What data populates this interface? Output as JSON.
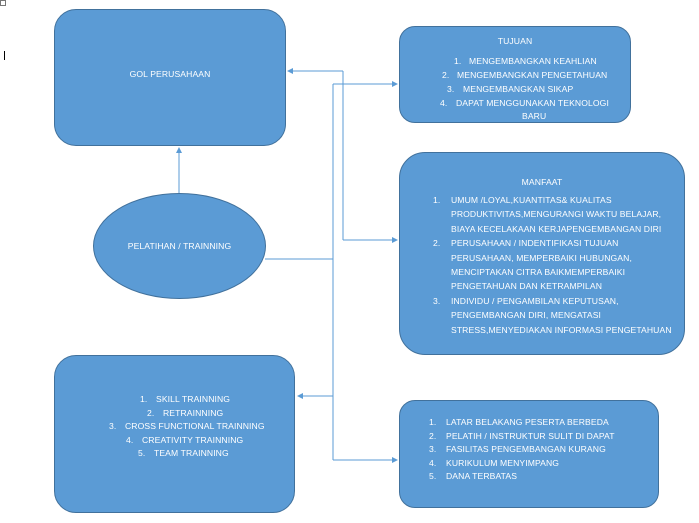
{
  "nodes": {
    "goal": {
      "label": "GOL PERUSAHAAN"
    },
    "training": {
      "label": "PELATIHAN / TRAINNING"
    },
    "tujuan": {
      "title": "TUJUAN",
      "items": [
        "MENGEMBANGKAN KEAHLIAN",
        "MENGEMBANGKAN PENGETAHUAN",
        "MENGEMBANGKAN SIKAP",
        "DAPAT MENGGUNAKAN TEKNOLOGI",
        "BARU"
      ]
    },
    "manfaat": {
      "title": "MANFAAT",
      "items": [
        [
          "UMUM /LOYAL,KUANTITAS& KUALITAS",
          "PRODUKTIVITAS,MENGURANGI WAKTU BELAJAR,",
          "BIAYA KECELAKAAN KERJAPENGEMBANGAN DIRI"
        ],
        [
          "PERUSAHAAN / INDENTIFIKASI TUJUAN",
          "PERUSAHAAN, MEMPERBAIKI HUBUNGAN,",
          "MENCIPTAKAN CITRA BAIKMEMPERBAIKI",
          "PENGETAHUAN DAN KETRAMPILAN"
        ],
        [
          "INDIVIDU / PENGAMBILAN KEPUTUSAN,",
          "PENGEMBANGAN DIRI, MENGATASI",
          "STRESS,MENYEDIAKAN INFORMASI PENGETAHUAN"
        ]
      ]
    },
    "jenis": {
      "items": [
        "SKILL TRAINNING",
        "RETRAINNING",
        "CROSS FUNCTIONAL TRAINNING",
        "CREATIVITY TRAINNING",
        "TEAM TRAINNING"
      ]
    },
    "kendala": {
      "items": [
        "LATAR BELAKANG PESERTA BERBEDA",
        "PELATIH / INSTRUKTUR SULIT DI DAPAT",
        "FASILITAS PENGEMBANGAN KURANG",
        "KURIKULUM  MENYIMPANG",
        "DANA TERBATAS"
      ]
    },
    "numbers": [
      "1.",
      "2.",
      "3.",
      "4.",
      "5."
    ]
  },
  "colors": {
    "node_fill": "#5b9bd5",
    "node_border": "#41719c",
    "connector": "#5b9bd5"
  }
}
